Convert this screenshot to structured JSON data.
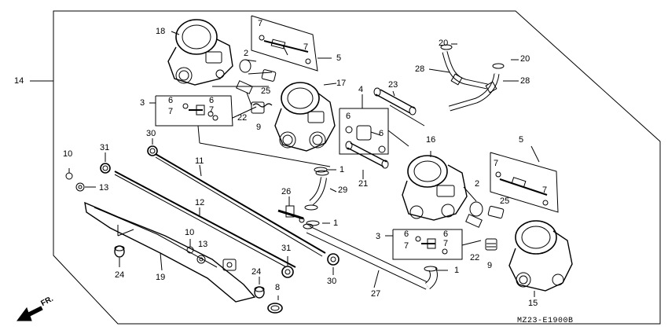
{
  "diagram": {
    "callouts": [
      {
        "id": "c14",
        "text": "14"
      },
      {
        "id": "c18",
        "text": "18"
      },
      {
        "id": "c7a",
        "text": "7"
      },
      {
        "id": "c7b",
        "text": "7"
      },
      {
        "id": "c5a",
        "text": "5"
      },
      {
        "id": "c2a",
        "text": "2"
      },
      {
        "id": "c25a",
        "text": "25"
      },
      {
        "id": "c17",
        "text": "17"
      },
      {
        "id": "c3a",
        "text": "3"
      },
      {
        "id": "c6a",
        "text": "6"
      },
      {
        "id": "c7c",
        "text": "7"
      },
      {
        "id": "c6b",
        "text": "6"
      },
      {
        "id": "c7d",
        "text": "7"
      },
      {
        "id": "c22a",
        "text": "22"
      },
      {
        "id": "c9a",
        "text": "9"
      },
      {
        "id": "c4",
        "text": "4"
      },
      {
        "id": "c6c",
        "text": "6"
      },
      {
        "id": "c6d",
        "text": "6"
      },
      {
        "id": "c23",
        "text": "23"
      },
      {
        "id": "c20a",
        "text": "20"
      },
      {
        "id": "c20b",
        "text": "20"
      },
      {
        "id": "c28a",
        "text": "28"
      },
      {
        "id": "c28b",
        "text": "28"
      },
      {
        "id": "c16",
        "text": "16"
      },
      {
        "id": "c1a",
        "text": "1"
      },
      {
        "id": "c29",
        "text": "29"
      },
      {
        "id": "c26",
        "text": "26"
      },
      {
        "id": "c21",
        "text": "21"
      },
      {
        "id": "c5b",
        "text": "5"
      },
      {
        "id": "c7e",
        "text": "7"
      },
      {
        "id": "c7f",
        "text": "7"
      },
      {
        "id": "c2b",
        "text": "2"
      },
      {
        "id": "c25b",
        "text": "25"
      },
      {
        "id": "c1b",
        "text": "1"
      },
      {
        "id": "c3b",
        "text": "3"
      },
      {
        "id": "c6e",
        "text": "6"
      },
      {
        "id": "c7g",
        "text": "7"
      },
      {
        "id": "c6f",
        "text": "6"
      },
      {
        "id": "c7h",
        "text": "7"
      },
      {
        "id": "c22b",
        "text": "22"
      },
      {
        "id": "c9b",
        "text": "9"
      },
      {
        "id": "c1c",
        "text": "1"
      },
      {
        "id": "c15",
        "text": "15"
      },
      {
        "id": "c27",
        "text": "27"
      },
      {
        "id": "c30a",
        "text": "30"
      },
      {
        "id": "c30b",
        "text": "30"
      },
      {
        "id": "c31a",
        "text": "31"
      },
      {
        "id": "c31b",
        "text": "31"
      },
      {
        "id": "c10a",
        "text": "10"
      },
      {
        "id": "c13a",
        "text": "13"
      },
      {
        "id": "c11",
        "text": "11"
      },
      {
        "id": "c12",
        "text": "12"
      },
      {
        "id": "c10b",
        "text": "10"
      },
      {
        "id": "c13b",
        "text": "13"
      },
      {
        "id": "c24a",
        "text": "24"
      },
      {
        "id": "c19",
        "text": "19"
      },
      {
        "id": "c24b",
        "text": "24"
      },
      {
        "id": "c8",
        "text": "8"
      }
    ],
    "diagram_code": "MZ23-E1900B",
    "direction_label": "FR."
  }
}
